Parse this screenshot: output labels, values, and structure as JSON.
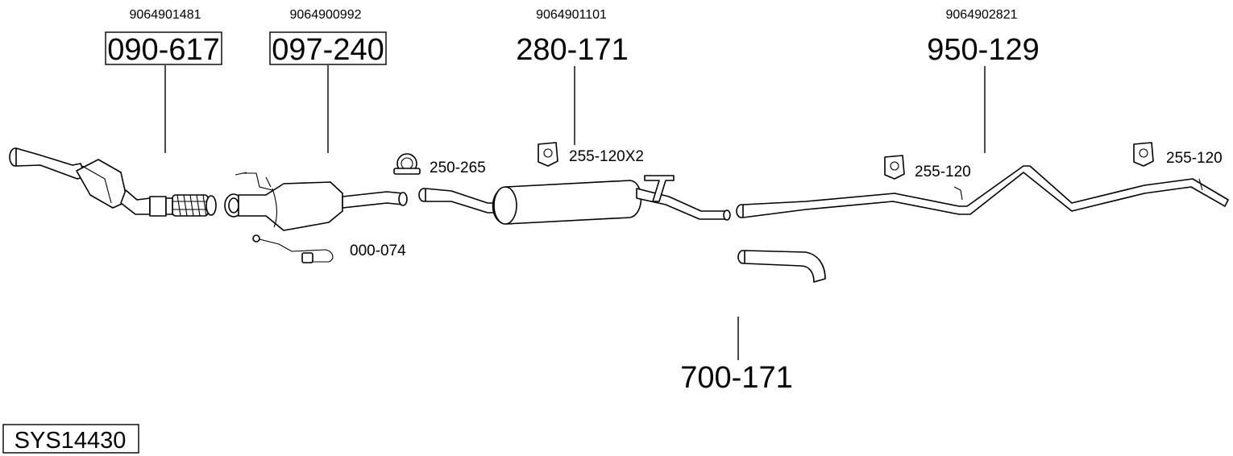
{
  "diagram": {
    "system_code": "SYS14430",
    "parts": [
      {
        "oe": "9064901481",
        "number": "090-617",
        "boxed": true
      },
      {
        "oe": "9064900992",
        "number": "097-240",
        "boxed": true
      },
      {
        "oe": "9064901101",
        "number": "280-171",
        "boxed": false
      },
      {
        "oe": "9064902821",
        "number": "950-129",
        "boxed": false
      },
      {
        "oe": "",
        "number": "700-171",
        "boxed": false
      }
    ],
    "accessories": [
      {
        "number": "000-074",
        "icon": "lambda-sensor-icon"
      },
      {
        "number": "250-265",
        "icon": "pipe-clamp-icon"
      },
      {
        "number": "255-120X2",
        "icon": "rubber-mount-icon"
      },
      {
        "number": "255-120",
        "icon": "rubber-mount-icon"
      },
      {
        "number": "255-120",
        "icon": "rubber-mount-icon"
      }
    ]
  }
}
